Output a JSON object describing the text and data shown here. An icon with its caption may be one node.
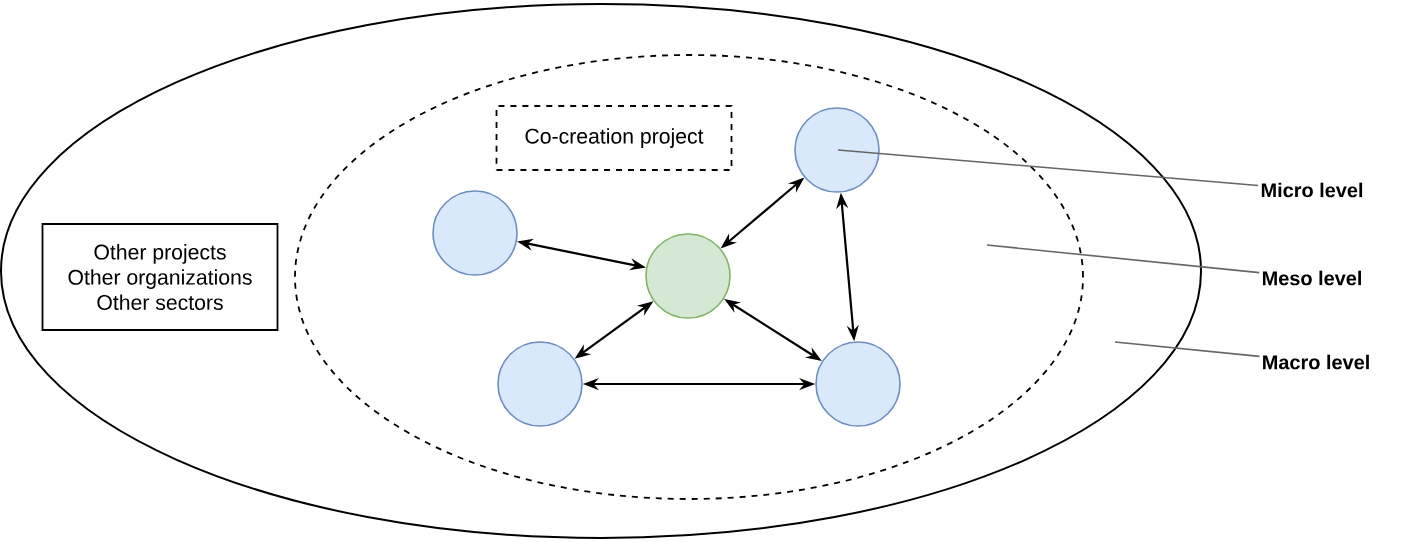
{
  "diagram": {
    "nodes": [
      {
        "text": [],
        "shape": "ellipse"
      },
      {
        "text": [
          "Other projects",
          "Other organizations",
          "Other sectors"
        ],
        "in": 0
      },
      {
        "text": [],
        "shape": "ellipse",
        "in": 0
      },
      {
        "text": [
          "Co-creation project"
        ],
        "in": 2
      },
      {
        "text": [],
        "shape": "circle",
        "in": 2
      },
      {
        "text": [],
        "shape": "circle",
        "in": 2
      },
      {
        "text": [],
        "shape": "circle",
        "in": 2
      },
      {
        "text": [],
        "shape": "circle",
        "in": 2
      },
      {
        "text": [],
        "shape": "circle",
        "in": 2
      },
      {
        "text": [
          "Micro level"
        ]
      },
      {
        "text": [
          "Meso level"
        ]
      },
      {
        "text": [
          "Macro level"
        ]
      }
    ],
    "edges": [
      {
        "from": 6,
        "to": 5,
        "arrow": "both"
      },
      {
        "from": 6,
        "to": 4,
        "arrow": "both"
      },
      {
        "from": 6,
        "to": 7,
        "arrow": "both"
      },
      {
        "from": 6,
        "to": 8,
        "arrow": "both"
      },
      {
        "from": 4,
        "to": 8,
        "arrow": "both"
      },
      {
        "from": 7,
        "to": 8,
        "arrow": "both"
      },
      {
        "from": 9,
        "to": 4,
        "arrow": "none",
        "color": "#666666"
      },
      {
        "from": 10,
        "to": 2,
        "arrow": "none",
        "color": "#666666"
      },
      {
        "from": 11,
        "to": 0,
        "arrow": "none",
        "color": "#666666"
      }
    ]
  }
}
